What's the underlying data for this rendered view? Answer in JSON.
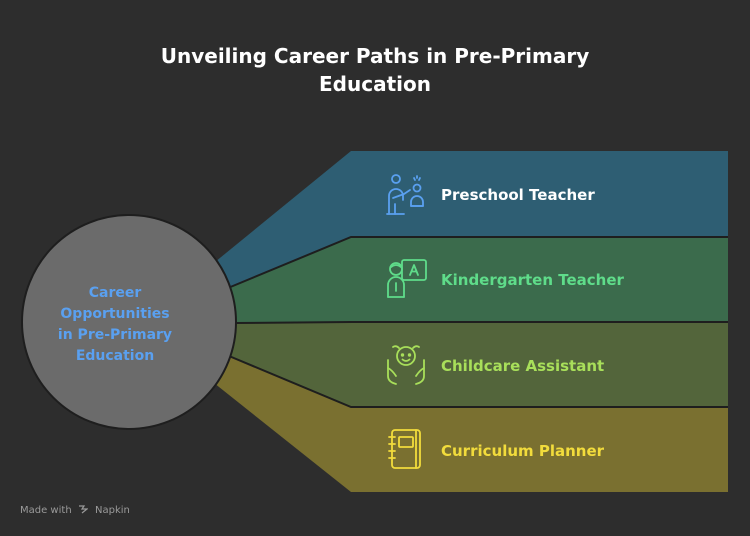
{
  "title": {
    "line1": "Unveiling Career Paths in Pre-Primary",
    "line2": "Education"
  },
  "center": {
    "lines": [
      "Career",
      "Opportunities",
      "in Pre-Primary",
      "Education"
    ]
  },
  "branches": [
    {
      "label": "Preschool Teacher",
      "icon": "preschool-teacher-icon",
      "color": "#2e5e73",
      "text_color": "#ffffff",
      "icon_color": "#5aa0f0"
    },
    {
      "label": "Kindergarten Teacher",
      "icon": "kindergarten-teacher-icon",
      "color": "#3b6b4c",
      "text_color": "#5fdc8a",
      "icon_color": "#5fdc8a"
    },
    {
      "label": "Childcare Assistant",
      "icon": "childcare-assistant-icon",
      "color": "#53653b",
      "text_color": "#a8df5a",
      "icon_color": "#a8df5a"
    },
    {
      "label": "Curriculum Planner",
      "icon": "curriculum-planner-icon",
      "color": "#7a7030",
      "text_color": "#f2dc3c",
      "icon_color": "#f2dc3c"
    }
  ],
  "footer": {
    "made_with": "Made with",
    "brand": "Napkin"
  },
  "colors": {
    "background": "#2d2d2d",
    "circle": "#6b6b6b",
    "center_text": "#5aa0f0"
  }
}
